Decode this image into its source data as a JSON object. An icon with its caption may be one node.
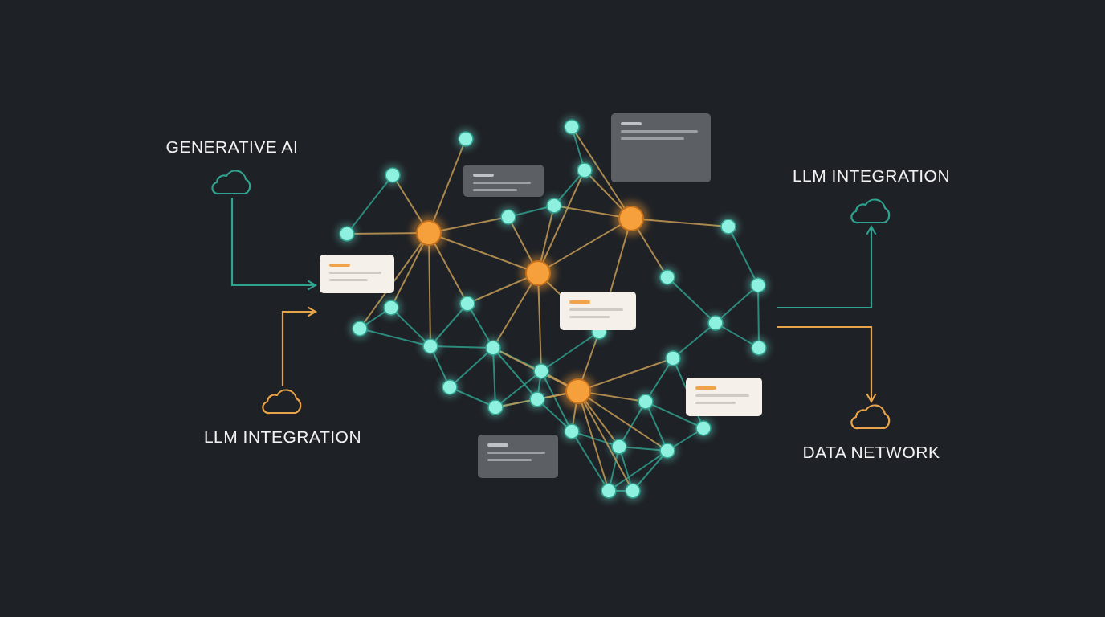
{
  "diagram": {
    "nodes": [
      {
        "text": [
          "GENERATIVE AI"
        ]
      },
      {
        "text": [],
        "shape": "picture"
      },
      {
        "text": [
          "LLM INTEGRATION"
        ]
      },
      {
        "text": [
          "LLM INTEGRATION"
        ]
      },
      {
        "text": [
          "DATA NETWORK"
        ]
      }
    ],
    "edges": [
      {
        "from": 0,
        "to": 1,
        "arrow": "to"
      },
      {
        "from": 3,
        "to": 1,
        "arrow": "to",
        "color": "#e8a44a"
      },
      {
        "from": 1,
        "to": 2,
        "arrow": "to"
      },
      {
        "from": 1,
        "to": 4,
        "arrow": "to",
        "color": "#e8a44a"
      }
    ]
  }
}
